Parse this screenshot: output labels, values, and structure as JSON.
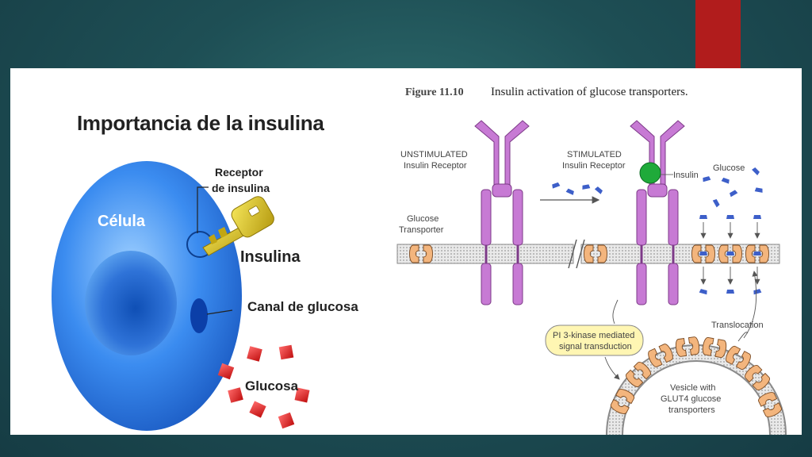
{
  "left": {
    "title": "Importancia de la insulina",
    "cell_label": "Célula",
    "receptor_label_line1": "Receptor",
    "receptor_label_line2": "de insulina",
    "insulin_label": "Insulina",
    "channel_label": "Canal de glucosa",
    "glucose_label": "Glucosa"
  },
  "right": {
    "figure_number": "Figure 11.10",
    "figure_caption": "Insulin activation of glucose transporters.",
    "unstimulated_line1": "UNSTIMULATED",
    "unstimulated_line2": "Insulin Receptor",
    "stimulated_line1": "STIMULATED",
    "stimulated_line2": "Insulin Receptor",
    "insulin_label": "Insulin",
    "glucose_label": "Glucose",
    "transporter_line1": "Glucose",
    "transporter_line2": "Transporter",
    "pi3k_line1": "PI 3-kinase mediated",
    "pi3k_line2": "signal transduction",
    "translocation_label": "Translocation",
    "vesicle_line1": "Vesicle with",
    "vesicle_line2": "GLUT4 glucose",
    "vesicle_line3": "transporters"
  },
  "colors": {
    "accent_bar": "#b11c1c",
    "cell_blue": "#2f7fe6",
    "key_gold": "#d9c21a",
    "receptor_violet": "#c77ad4",
    "transporter_orange": "#f0b27a",
    "glucose_blue": "#3d5fc9",
    "insulin_green": "#1faa3a",
    "glucose_cube_red": "#e02020"
  }
}
